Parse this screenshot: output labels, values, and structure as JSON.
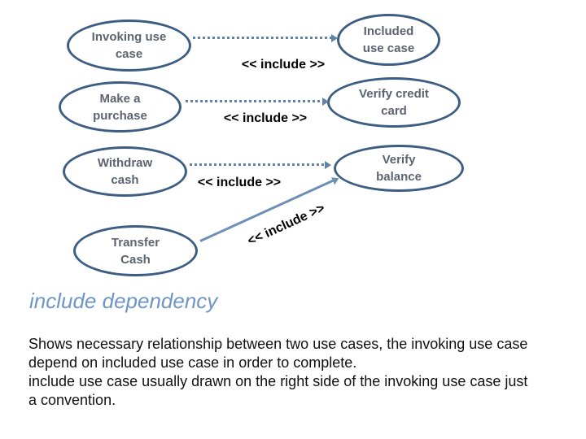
{
  "title": {
    "text": "include dependency"
  },
  "body": {
    "lines": [
      "Shows necessary relationship between two use cases, the invoking use case",
      "depend on included use case in order to complete.",
      "include use case usually drawn on the right side of the invoking use case just",
      "a convention."
    ]
  },
  "diagram": {
    "invoking_nodes": [
      {
        "label": "Invoking use\ncase"
      },
      {
        "label": "Make a\npurchase"
      },
      {
        "label": "Withdraw\ncash"
      },
      {
        "label": "Transfer\nCash"
      }
    ],
    "included_nodes": [
      {
        "label": "Included\nuse case"
      },
      {
        "label": "Verify credit\ncard"
      },
      {
        "label": "Verify\nbalance"
      }
    ],
    "include_labels": [
      "<< include >>",
      "<< include >>",
      "<< include >>",
      "<< include >>"
    ],
    "colors": {
      "node_border": "#3d5d82",
      "node_text": "#5b6470",
      "dashed_connector": "#6082a6",
      "solid_connector": "#6d8fb6",
      "include_label_text": "#000000",
      "title_text": "#6e95c7",
      "body_text": "#111111",
      "background": "#ffffff"
    }
  }
}
